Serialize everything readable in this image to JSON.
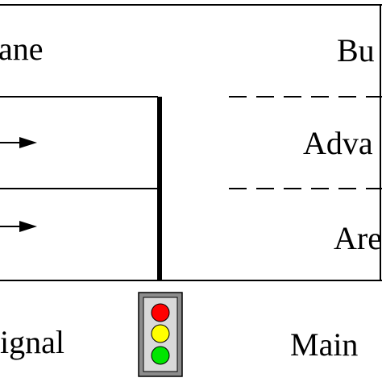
{
  "labels": {
    "top_left": "ane",
    "top_right": "Bu",
    "middle_right": "Adva",
    "lower_right": "Are",
    "bottom_left": "ignal",
    "bottom_right": "Main"
  },
  "traffic_light": {
    "housing_color": "#8c8c8c",
    "lights": [
      {
        "name": "red",
        "color": "#ff0000"
      },
      {
        "name": "yellow",
        "color": "#ffff00"
      },
      {
        "name": "green",
        "color": "#00e600"
      }
    ]
  },
  "colors": {
    "stroke": "#000000",
    "background": "#ffffff"
  }
}
